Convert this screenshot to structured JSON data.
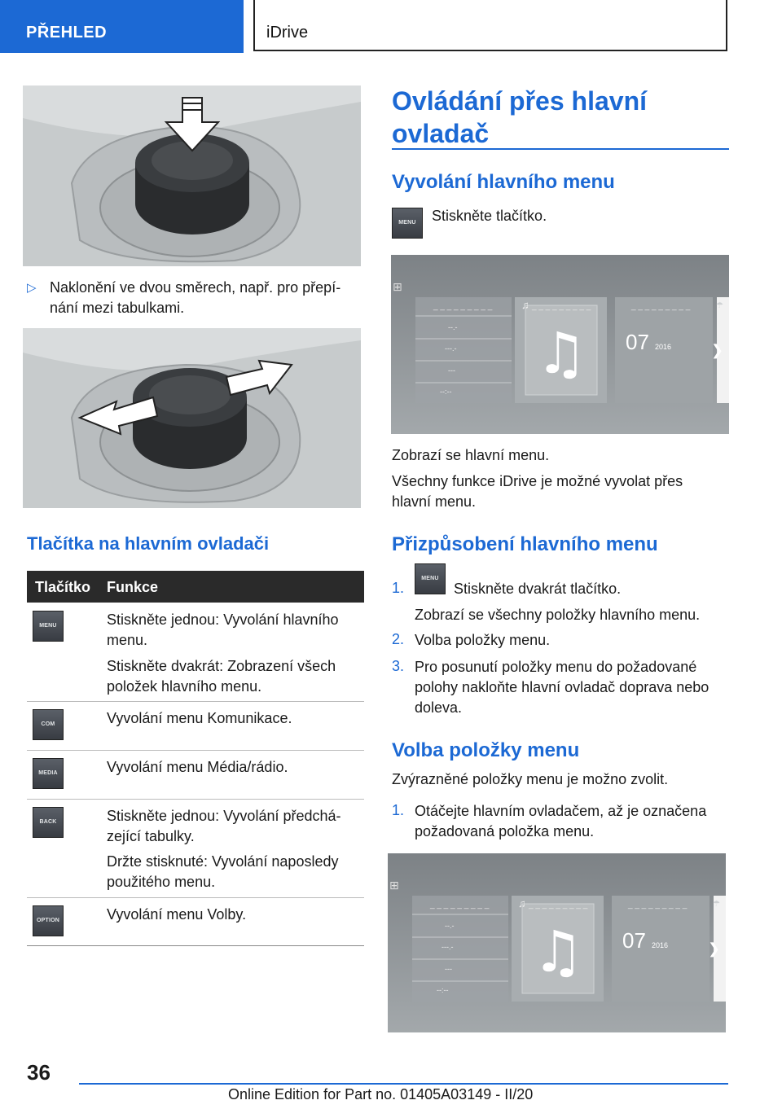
{
  "header": {
    "section": "PŘEHLED",
    "chapter": "iDrive"
  },
  "left": {
    "bullet_marker": "▷",
    "bullet_text_1": "Naklonění ve dvou směrech, např. pro přepí‐",
    "bullet_text_2": "nání mezi tabulkami.",
    "table_heading": "Tlačítka na hlavním ovladači",
    "table": {
      "col1": "Tlačítko",
      "col2": "Funkce",
      "rows": [
        {
          "button": "MENU",
          "lines": [
            "Stiskněte jednou: Vyvolání hlavního",
            "menu."
          ],
          "lines2": [
            "Stiskněte dvakrát: Zobrazení všech",
            "položek hlavního menu."
          ]
        },
        {
          "button": "COM",
          "lines": [
            "Vyvolání menu Komunikace."
          ]
        },
        {
          "button": "MEDIA",
          "lines": [
            "Vyvolání menu Média/rádio."
          ]
        },
        {
          "button": "BACK",
          "lines": [
            "Stiskněte jednou: Vyvolání předchá‐",
            "zející tabulky."
          ],
          "lines2": [
            "Držte stisknuté: Vyvolání naposledy",
            "použitého menu."
          ]
        },
        {
          "button": "OPTION",
          "lines": [
            "Vyvolání menu Volby."
          ]
        }
      ]
    }
  },
  "right": {
    "title_1": "Ovládání přes hlavní",
    "title_2": "ovladač",
    "sec1_heading": "Vyvolání hlavního menu",
    "sec1_button": "MENU",
    "sec1_text": "Stiskněte tlačítko.",
    "screen": {
      "date_day": "07",
      "date_year": "2016",
      "dash": "_ _ _ _ _ _ _ _ _",
      "placeholder1": "--.-",
      "placeholder2": "---.-",
      "placeholder3": "---",
      "placeholder4": "--:--",
      "arrow": "❯"
    },
    "sec1_after_1": "Zobrazí se hlavní menu.",
    "sec1_after_2a": "Všechny funkce iDrive je možné vyvolat přes",
    "sec1_after_2b": "hlavní menu.",
    "sec2_heading": "Přizpůsobení hlavního menu",
    "sec2_steps": [
      {
        "num": "1.",
        "button": "MENU",
        "text": "Stiskněte dvakrát tlačítko.",
        "sub": "Zobrazí se všechny položky hlavního menu."
      },
      {
        "num": "2.",
        "text": "Volba položky menu."
      },
      {
        "num": "3.",
        "text_1": "Pro posunutí položky menu do požadované",
        "text_2": "polohy nakloňte hlavní ovladač doprava nebo",
        "text_3": "doleva."
      }
    ],
    "sec3_heading": "Volba položky menu",
    "sec3_text": "Zvýrazněné položky menu je možno zvolit.",
    "sec3_step": {
      "num": "1.",
      "text_1": "Otáčejte hlavním ovladačem, až je označena",
      "text_2": "požadovaná položka menu."
    }
  },
  "footer": {
    "page": "36",
    "edition": "Online Edition for Part no. 01405A03149 - II/20"
  },
  "colors": {
    "accent": "#1c69d4",
    "table_header": "#2a2a2a"
  }
}
